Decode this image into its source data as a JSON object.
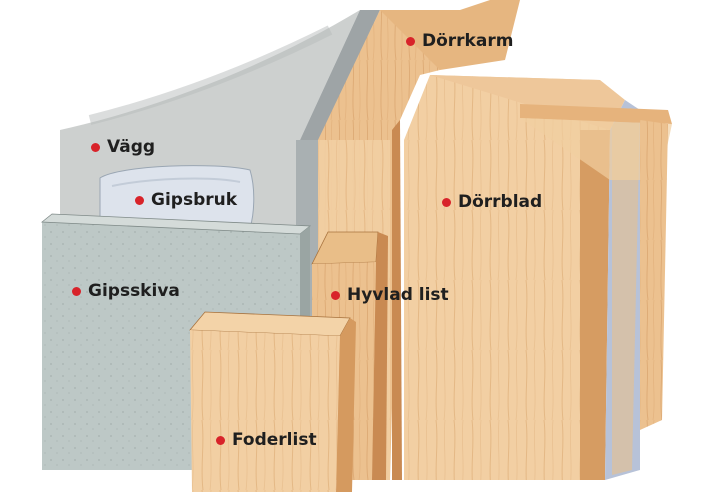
{
  "diagram": {
    "labels": {
      "dorrkarm": "Dörrkarm",
      "vagg": "Vägg",
      "gipsbruk": "Gipsbruk",
      "dorrblad": "Dörrblad",
      "gipsskiva": "Gipsskiva",
      "hyvlad_list": "Hyvlad list",
      "foderlist": "Foderlist"
    },
    "colors": {
      "marker": "#d8232a",
      "wood_light": "#f0c99a",
      "wood_mid": "#e3ad74",
      "wood_dark": "#c98a52",
      "wall_grey": "#c9cccb",
      "board_grey": "#bcc6c4",
      "mortar": "#dde3ec"
    }
  }
}
